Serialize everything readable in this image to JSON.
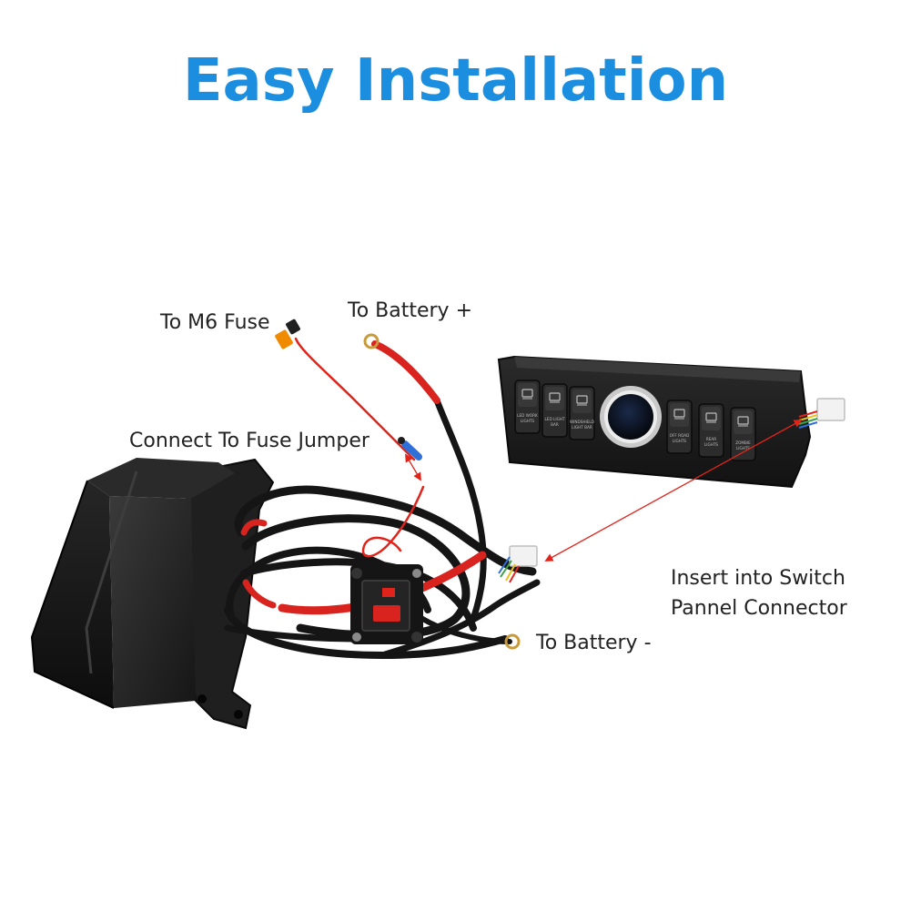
{
  "title": "Easy Installation",
  "colors": {
    "title": "#1b8ee0",
    "arrow": "#e0241b",
    "wire_red": "#d8231e",
    "harness": "#151515",
    "panel": "#1c1c1c",
    "switch": "#2c2c2c",
    "gauge_ring": "#d8d8d8"
  },
  "labels": {
    "m6_fuse": "To M6 Fuse",
    "battery_plus": "To Battery +",
    "fuse_jumper": "Connect To Fuse Jumper",
    "switch_connector_line1": "Insert into Switch",
    "switch_connector_line2": "Pannel Connector",
    "battery_minus": "To Battery -"
  },
  "switch_panel": {
    "left_switches": [
      [
        "LED WORK",
        "LIGHTS"
      ],
      [
        "LED LIGHT",
        "BAR"
      ],
      [
        "WINDSHIELD",
        "LIGHT BAR"
      ]
    ],
    "right_switches": [
      [
        "OFF ROAD",
        "LIGHTS"
      ],
      [
        "REAR",
        "LIGHTS"
      ],
      [
        "ZOMBIE",
        "LIGHTS"
      ]
    ]
  },
  "icons": {
    "switch_icons_left": [
      "work-light-icon",
      "light-bar-icon",
      "windshield-light-icon"
    ],
    "switch_icons_right": [
      "offroad-vehicle-icon",
      "rear-light-icon",
      "biohazard-icon"
    ]
  }
}
